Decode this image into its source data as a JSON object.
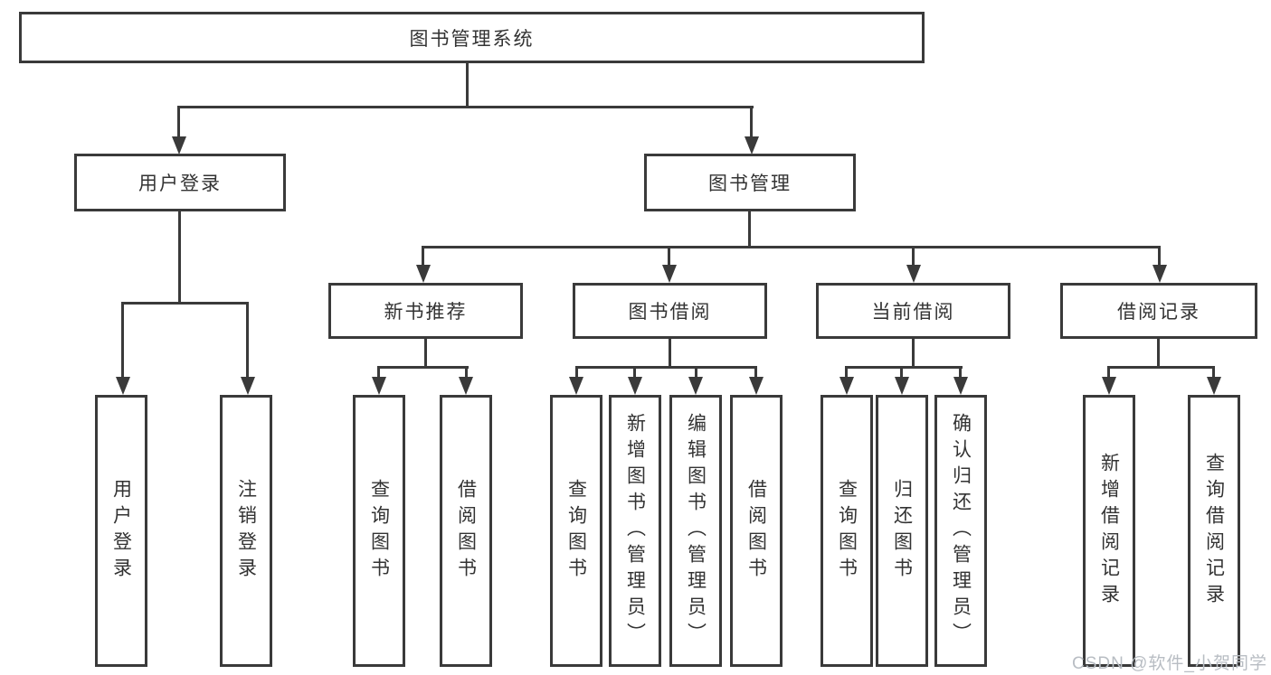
{
  "colors": {
    "line": "#3a3a3a",
    "text": "#333333",
    "box_bg": "#ffffff",
    "watermark": "#b8bdc3",
    "page_bg": "#ffffff"
  },
  "watermark": {
    "text": "CSDN @软件_小贺同学"
  },
  "nodes": {
    "root": {
      "label": "图书管理系统"
    },
    "level2": [
      {
        "label": "用户登录"
      },
      {
        "label": "图书管理"
      }
    ],
    "level3": [
      {
        "label": "新书推荐"
      },
      {
        "label": "图书借阅"
      },
      {
        "label": "当前借阅"
      },
      {
        "label": "借阅记录"
      }
    ],
    "leaves": [
      {
        "label": "用户登录"
      },
      {
        "label": "注销登录"
      },
      {
        "label": "查询图书"
      },
      {
        "label": "借阅图书"
      },
      {
        "label": "查询图书"
      },
      {
        "label": "新增图书（管理员）"
      },
      {
        "label": "编辑图书（管理员）"
      },
      {
        "label": "借阅图书"
      },
      {
        "label": "查询图书"
      },
      {
        "label": "归还图书"
      },
      {
        "label": "确认归还（管理员）"
      },
      {
        "label": "新增借阅记录"
      },
      {
        "label": "查询借阅记录"
      }
    ]
  },
  "hierarchy": {
    "图书管理系统": {
      "用户登录": [
        "用户登录",
        "注销登录"
      ],
      "图书管理": {
        "新书推荐": [
          "查询图书",
          "借阅图书"
        ],
        "图书借阅": [
          "查询图书",
          "新增图书（管理员）",
          "编辑图书（管理员）",
          "借阅图书"
        ],
        "当前借阅": [
          "查询图书",
          "归还图书",
          "确认归还（管理员）"
        ],
        "借阅记录": [
          "新增借阅记录",
          "查询借阅记录"
        ]
      }
    }
  }
}
